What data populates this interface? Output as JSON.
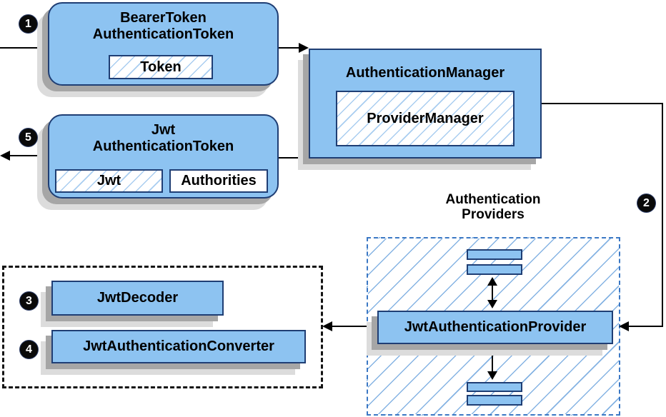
{
  "badges": {
    "step1": "1",
    "step2": "2",
    "step3": "3",
    "step4": "4",
    "step5": "5"
  },
  "bearer_token_box": {
    "title_line1": "BearerToken",
    "title_line2": "AuthenticationToken",
    "token_label": "Token"
  },
  "authentication_manager_box": {
    "title": "AuthenticationManager",
    "provider_manager_label": "ProviderManager"
  },
  "jwt_authentication_token_box": {
    "title_line1": "Jwt",
    "title_line2": "AuthenticationToken",
    "jwt_label": "Jwt",
    "authorities_label": "Authorities"
  },
  "providers_group": {
    "title_line1": "Authentication",
    "title_line2": "Providers",
    "provider_label": "JwtAuthenticationProvider"
  },
  "decoder_group": {
    "decoder_label": "JwtDecoder",
    "converter_label": "JwtAuthenticationConverter"
  },
  "colors": {
    "node_fill": "#8dc3f1",
    "node_border": "#1f3e74",
    "hatch_line": "#a9cdf0",
    "providers_hatch_line": "#85b3e3",
    "dashed_blue_border": "#3b78c4",
    "dashed_black_border": "#141414",
    "connector": "#000000",
    "shadow_dark": "#a6a6a6",
    "shadow_light": "#dcdcdc",
    "badge_bg": "#0a0a0a",
    "badge_text": "#ffffff"
  }
}
